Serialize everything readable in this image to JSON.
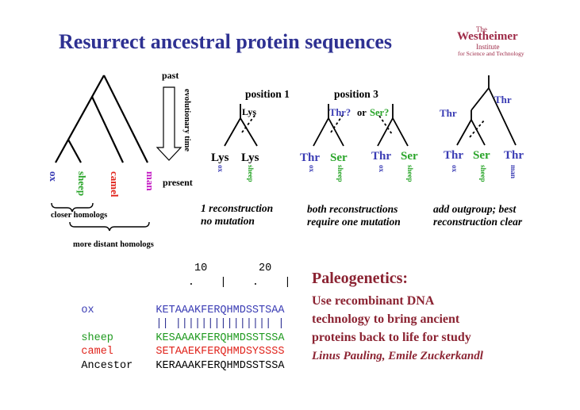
{
  "title": "Resurrect ancestral protein sequences",
  "logo": {
    "the": "The",
    "name": "Westheimer",
    "institute": "Institute",
    "subtitle": "for Science and Technology"
  },
  "colors": {
    "title": "#2e3192",
    "ox": "#3a3cb4",
    "sheep": "#2aa52a",
    "camel": "#e0231b",
    "man": "#c318c3",
    "maroon": "#8b2332"
  },
  "tree": {
    "taxa": [
      {
        "name": "ox",
        "color": "#3a3cb4"
      },
      {
        "name": "sheep",
        "color": "#2aa52a"
      },
      {
        "name": "camel",
        "color": "#e0231b"
      },
      {
        "name": "man",
        "color": "#c318c3"
      }
    ],
    "closer": "closer homologs",
    "more_distant": "more distant homologs",
    "past": "past",
    "present": "present",
    "evolutionary_time": "evolutionary time"
  },
  "panels": {
    "p1": {
      "header": "position 1",
      "root": "Lys",
      "leaf1": "Lys",
      "leaf2": "Lys",
      "caption1": "1 reconstruction",
      "caption2": "no mutation"
    },
    "p2": {
      "header": "position 3",
      "left_root": "Thr?",
      "or": "or",
      "right_root": "Ser?",
      "thr": "Thr",
      "ser": "Ser",
      "caption1": "both reconstructions",
      "caption2": "require one mutation"
    },
    "p3": {
      "thr_top": "Thr",
      "thr_mid": "Thr",
      "thr": "Thr",
      "ser": "Ser",
      "caption1": "add outgroup; best",
      "caption2": "reconstruction clear"
    },
    "leaf_labels": {
      "ox": "ox",
      "sheep": "sheep",
      "man": "man"
    }
  },
  "alignment": {
    "ruler": "          10        20",
    "ticks": "         .    |    .    |",
    "rows": [
      {
        "name": "ox",
        "seq": "KETAAAKFERQHMDSSTSAA",
        "color": "#3a3cb4"
      },
      {
        "name": "",
        "seq": "|| ||||||||||||||| |",
        "color": "#2e3192"
      },
      {
        "name": "sheep",
        "seq": "KESAAAKFERQHMDSSTSSA",
        "color": "#1f9a1f"
      },
      {
        "name": "camel",
        "seq": "SETAAEKFERQHMDSYSSSS",
        "color": "#e0231b"
      },
      {
        "name": "Ancestor",
        "seq": "KERAAAKFERQHMDSSTSSA",
        "color": "#000000"
      }
    ]
  },
  "paleogenetics": {
    "heading": "Paleogenetics:",
    "lines": [
      "Use recombinant DNA",
      "technology to bring ancient",
      "proteins back to life for study"
    ],
    "authors": "Linus Pauling, Emile Zuckerkandl"
  }
}
